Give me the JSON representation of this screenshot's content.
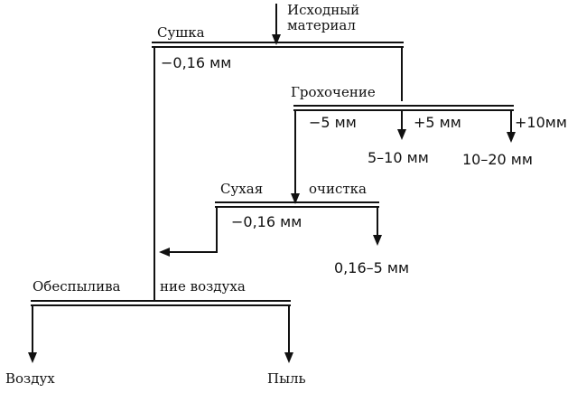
{
  "input": {
    "label_line1": "Исходный",
    "label_line2": "материал"
  },
  "stages": {
    "drying": {
      "label": "Сушка",
      "output_fine": "−0,16 мм"
    },
    "screening": {
      "label": "Грохочение",
      "output_minus5": "−5 мм",
      "output_plus5": "+5 мм",
      "output_plus10": "+10мм",
      "product_5_10": "5–10 мм",
      "product_10_20": "10–20 мм"
    },
    "dry_cleaning": {
      "label_part1": "Сухая",
      "label_part2": "очистка",
      "output_fine": "−0,16 мм",
      "product": "0,16–5 мм"
    },
    "dedusting": {
      "label_part1": "Обеспылива",
      "label_part2": "ние воздуха",
      "output_air": "Воздух",
      "output_dust": "Пыль"
    }
  }
}
